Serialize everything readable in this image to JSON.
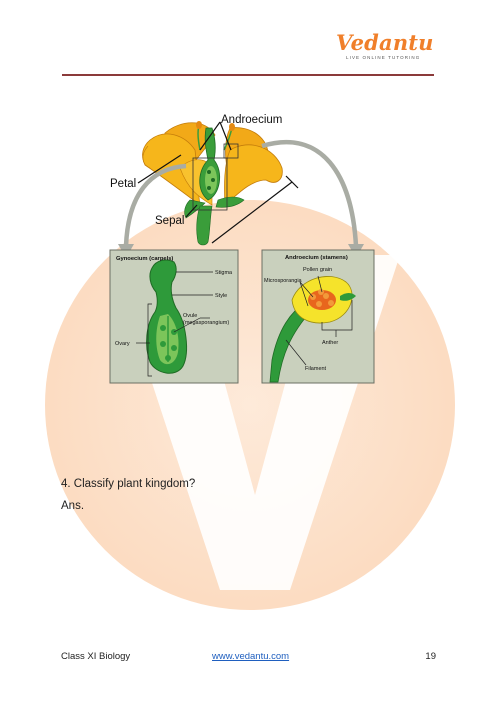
{
  "header": {
    "logo_text": "Vedantu",
    "logo_tagline": "LIVE ONLINE TUTORING"
  },
  "figure": {
    "labels": {
      "androecium": "Androecium",
      "petal": "Petal",
      "sepal": "Sepal"
    },
    "gynoecium_panel": {
      "title": "Gynoecium (carpels)",
      "stigma": "Stigma",
      "style": "Style",
      "ovule_line1": "Ovule",
      "ovule_line2": "(megasporangium)",
      "ovary": "Ovary"
    },
    "androecium_panel": {
      "title": "Androecium (stamens)",
      "pollen_grain": "Pollen grain",
      "microsporangia": "Microsporangia",
      "anther": "Anther",
      "filament": "Filament"
    }
  },
  "question": {
    "text": "4. Classify plant kingdom?",
    "answer_label": "Ans."
  },
  "footer": {
    "left": "Class XI Biology",
    "link": "www.vedantu.com",
    "page_number": "19"
  },
  "colors": {
    "brand_orange": "#f07f2a",
    "panel_bg": "#c9d0bd",
    "flower_yellow": "#f6b61b",
    "green": "#2e9a3a",
    "rule": "#8b3a3a",
    "link": "#1f5fbf"
  }
}
